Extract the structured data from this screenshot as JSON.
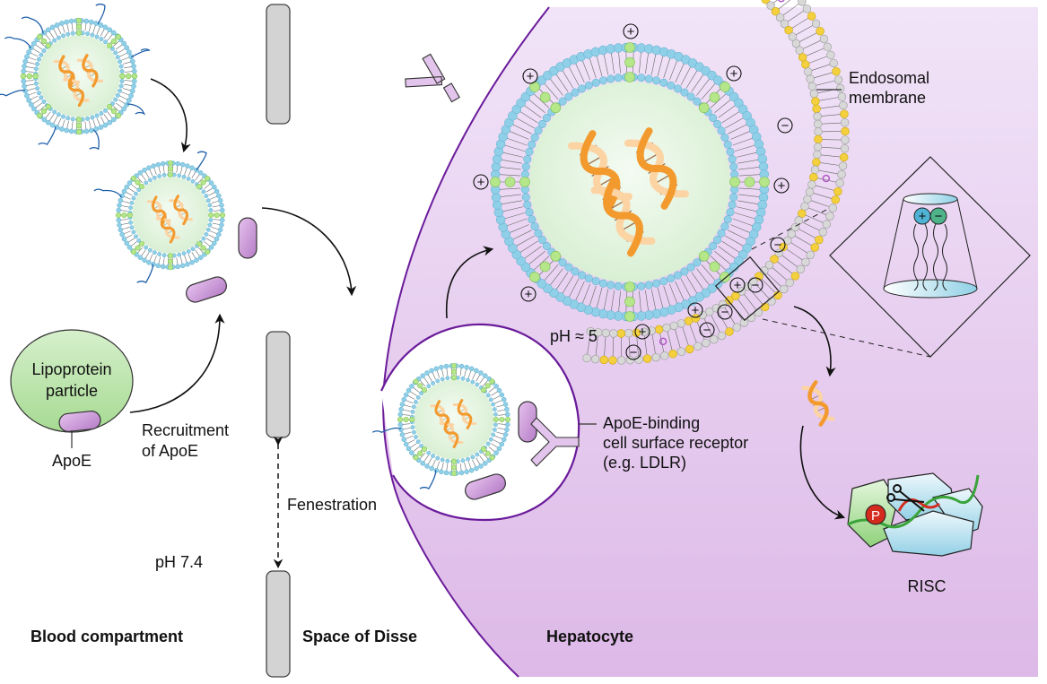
{
  "title": "Hepatic delivery of lipid nanoparticle siRNA via ApoE recruitment",
  "compartments": {
    "blood": "Blood compartment",
    "disse": "Space of Disse",
    "hepatocyte": "Hepatocyte"
  },
  "labels": {
    "lipoprotein": [
      "Lipoprotein",
      "particle"
    ],
    "apoe": "ApoE",
    "recruitment": [
      "Recruitment",
      "of ApoE"
    ],
    "fenestration": "Fenestration",
    "ph_blood": "pH 7.4",
    "ph_endosome": "pH ≈ 5",
    "endosomal_membrane": [
      "Endosomal",
      "membrane"
    ],
    "receptor": [
      "ApoE-binding",
      "cell surface receptor",
      "(e.g. LDLR)"
    ],
    "risc": "RISC",
    "phosphate": "P"
  },
  "charges": {
    "plus": "+",
    "minus": "−"
  },
  "colors": {
    "cell_fill_top": "#f0e2f7",
    "cell_fill_bottom": "#dcb8e6",
    "cell_border": "#6a1b9a",
    "lipid_head_blue": "#8fd0e8",
    "lipid_head_green": "#b6e68a",
    "lnp_core": "#e8f6e4",
    "dna_orange": "#f39a2e",
    "dna_light": "#fcd3a2",
    "apoe_purple": "#c98ed6",
    "endosome_head_grey": "#d8d8d8",
    "endosome_head_yellow": "#f4d03f",
    "fenestra_grey": "#d3d3d3",
    "risc_blue": "#bfe3f0",
    "risc_green": "#a8dc98",
    "phosphate_red": "#d32b1e",
    "lipoprotein_green": "#b6e3a8"
  }
}
